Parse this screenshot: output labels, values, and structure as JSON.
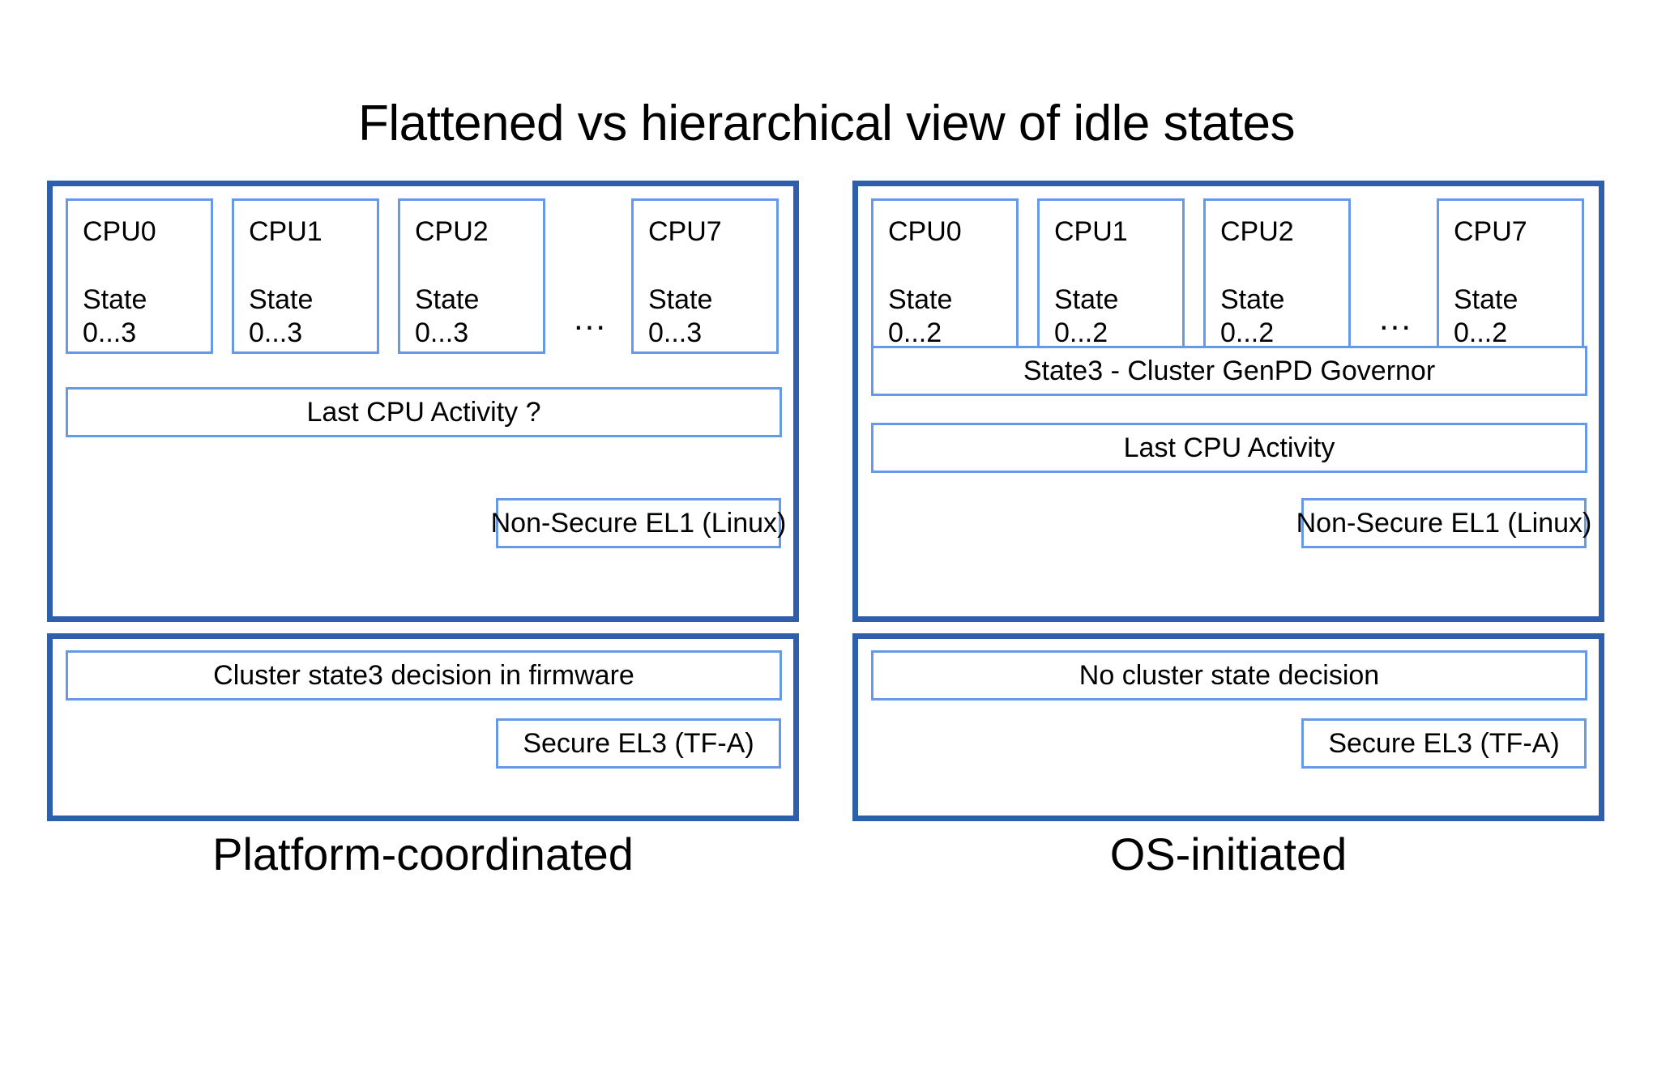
{
  "title": "Flattened vs hierarchical view of idle states",
  "ellipsis": "...",
  "colors": {
    "panel_border": "#2E5FAC",
    "box_border": "#6699E8",
    "background": "#FFFFFF",
    "text": "#000000"
  },
  "columns": [
    {
      "id": "platform-coordinated",
      "caption": "Platform-coordinated",
      "os_panel": {
        "exception_level": "Non-Secure EL1 (Linux)",
        "cpus": [
          {
            "name": "CPU0",
            "state_label": "State",
            "state_range": "0...3"
          },
          {
            "name": "CPU1",
            "state_label": "State",
            "state_range": "0...3"
          },
          {
            "name": "CPU2",
            "state_label": "State",
            "state_range": "0...3"
          },
          {
            "name": "CPU7",
            "state_label": "State",
            "state_range": "0...3"
          }
        ],
        "bars": [
          "Last CPU Activity ?"
        ]
      },
      "fw_panel": {
        "exception_level": "Secure EL3 (TF-A)",
        "decision": "Cluster state3 decision in firmware"
      }
    },
    {
      "id": "os-initiated",
      "caption": "OS-initiated",
      "os_panel": {
        "exception_level": "Non-Secure EL1 (Linux)",
        "cpus": [
          {
            "name": "CPU0",
            "state_label": "State",
            "state_range": "0...2"
          },
          {
            "name": "CPU1",
            "state_label": "State",
            "state_range": "0...2"
          },
          {
            "name": "CPU2",
            "state_label": "State",
            "state_range": "0...2"
          },
          {
            "name": "CPU7",
            "state_label": "State",
            "state_range": "0...2"
          }
        ],
        "bars": [
          "State3 - Cluster GenPD Governor",
          "Last CPU Activity"
        ]
      },
      "fw_panel": {
        "exception_level": "Secure EL3 (TF-A)",
        "decision": "No cluster state decision"
      }
    }
  ]
}
